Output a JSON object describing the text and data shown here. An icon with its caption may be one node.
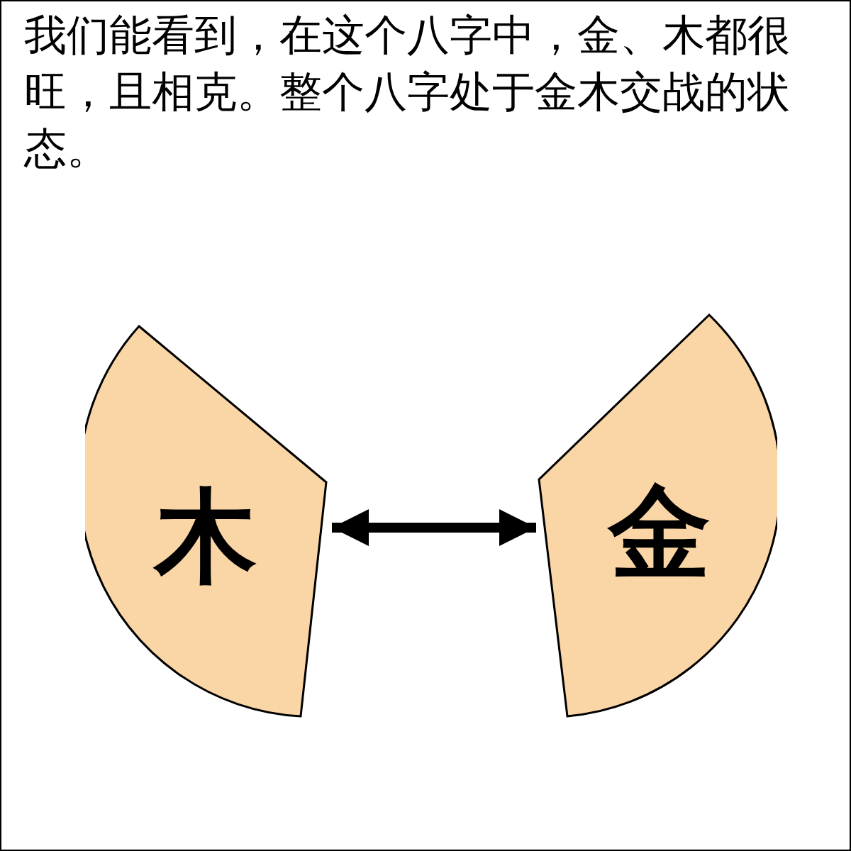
{
  "diagram": {
    "title": "我们能看到，在这个八字中，金、木都很旺，且相克。整个八字处于金木交战的状态。",
    "nodes": [
      {
        "text": [
          "木"
        ]
      },
      {
        "text": [
          "金"
        ]
      }
    ],
    "edges": [
      {
        "from": 0,
        "to": 1,
        "arrow": "both"
      }
    ]
  }
}
